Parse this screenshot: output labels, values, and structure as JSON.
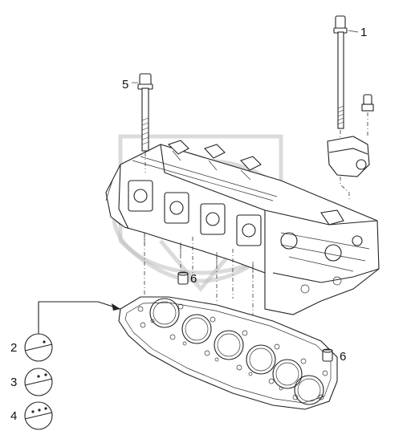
{
  "callouts": {
    "bolt_long": "1",
    "gasket_var_1": "2",
    "gasket_var_2": "3",
    "gasket_var_3": "4",
    "bolt_short": "5",
    "dowel_upper": "6",
    "dowel_lower": "6"
  },
  "colors": {
    "line": "#222222",
    "background": "#ffffff",
    "watermark": "#bdbdbd"
  }
}
